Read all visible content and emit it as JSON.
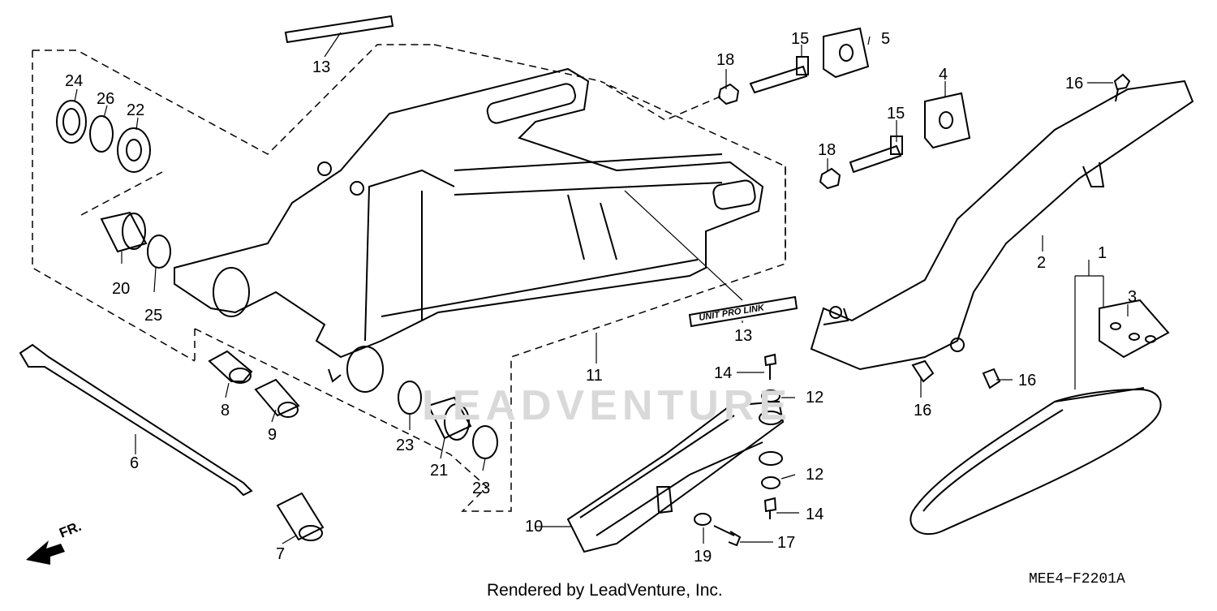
{
  "diagram": {
    "watermark": "LEADVENTURE",
    "footer": "Rendered by LeadVenture, Inc.",
    "diagram_code": "MEE4−F2201A",
    "front_indicator": "FR.",
    "decal_text": "UNIT PRO LINK",
    "callouts": {
      "c1": "1",
      "c2": "2",
      "c3": "3",
      "c4": "4",
      "c5": "5",
      "c6": "6",
      "c7": "7",
      "c8": "8",
      "c9": "9",
      "c10": "10",
      "c11": "11",
      "c12a": "12",
      "c12b": "12",
      "c13a": "13",
      "c13b": "13",
      "c14a": "14",
      "c14b": "14",
      "c15a": "15",
      "c15b": "15",
      "c16a": "16",
      "c16b": "16",
      "c16c": "16",
      "c17": "17",
      "c18a": "18",
      "c18b": "18",
      "c19": "19",
      "c20": "20",
      "c21": "21",
      "c22": "22",
      "c23a": "23",
      "c23b": "23",
      "c24": "24",
      "c25": "25",
      "c26": "26"
    }
  }
}
